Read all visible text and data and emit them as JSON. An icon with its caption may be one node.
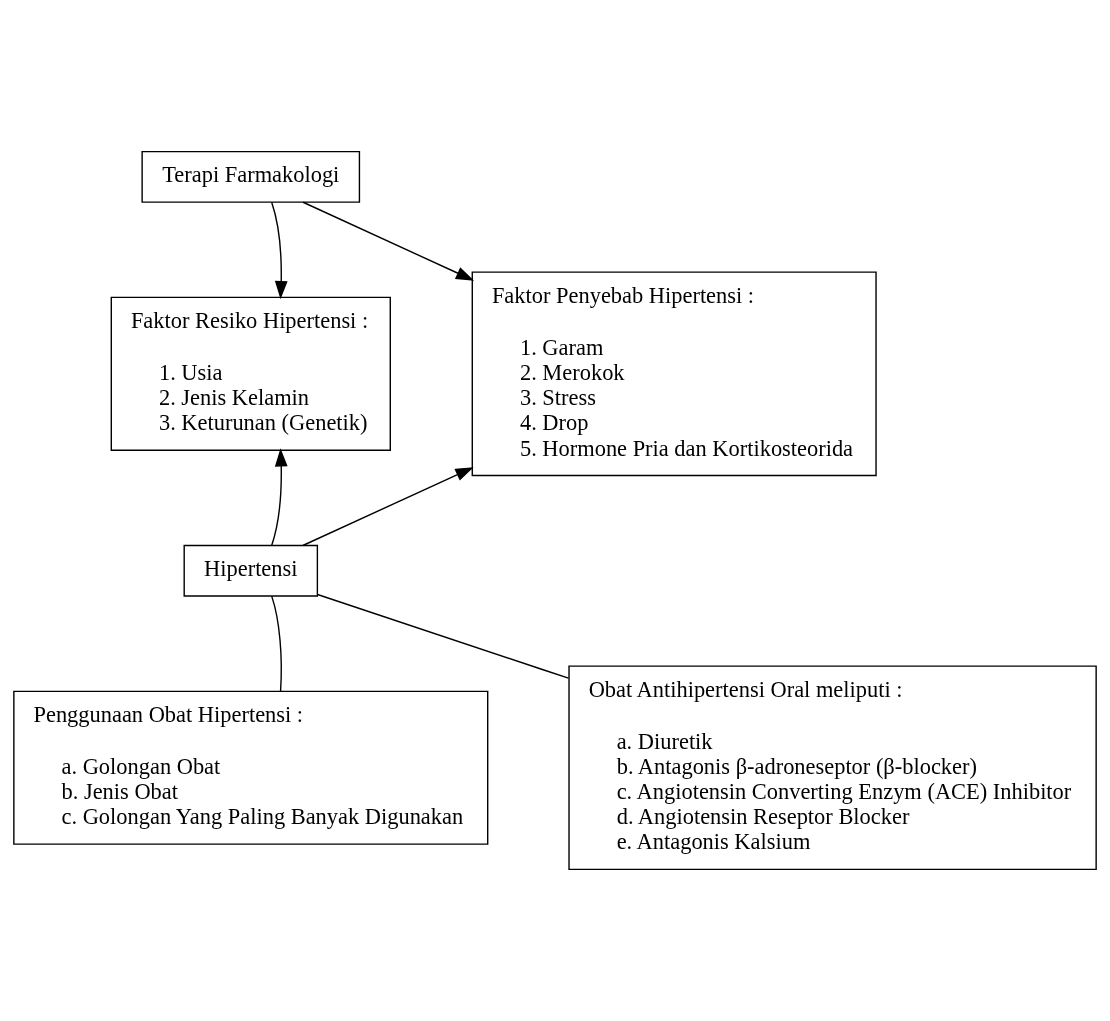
{
  "diagram": {
    "nodes": [
      {
        "text": [
          "Terapi Farmakologi"
        ]
      },
      {
        "text": [
          "Faktor Resiko Hipertensi :",
          "1. Usia",
          "2. Jenis Kelamin",
          "3. Keturunan (Genetik)"
        ]
      },
      {
        "text": [
          "Faktor Penyebab Hipertensi :",
          "1. Garam",
          "2. Merokok",
          "3. Stress",
          "4. Drop",
          "5. Hormone Pria dan Kortikosteorida"
        ]
      },
      {
        "text": [
          "Hipertensi"
        ]
      },
      {
        "text": [
          "Penggunaan Obat Hipertensi :",
          "a. Golongan Obat",
          "b. Jenis Obat",
          "c. Golongan Yang Paling Banyak Digunakan"
        ]
      },
      {
        "text": [
          "Obat Antihipertensi Oral meliputi :",
          "a. Diuretik",
          "b. Antagonis β-adroneseptor (β-blocker)",
          "c. Angiotensin Converting Enzym (ACE) Inhibitor",
          "d. Angiotensin Reseptor Blocker",
          "e. Antagonis Kalsium"
        ]
      }
    ],
    "edges": [
      {
        "from": 0,
        "to": 1,
        "arrow": "to"
      },
      {
        "from": 0,
        "to": 2,
        "arrow": "to"
      },
      {
        "from": 3,
        "to": 1,
        "arrow": "to"
      },
      {
        "from": 3,
        "to": 2,
        "arrow": "to"
      },
      {
        "from": 3,
        "to": 4,
        "arrow": "none"
      },
      {
        "from": 3,
        "to": 5,
        "arrow": "none"
      }
    ]
  }
}
